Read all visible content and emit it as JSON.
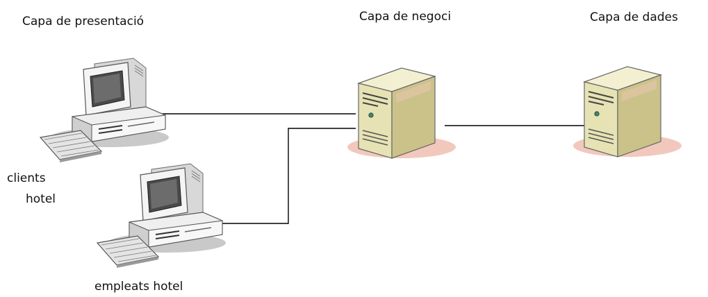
{
  "layers": {
    "presentation": "Capa de presentació",
    "business": "Capa de negoci",
    "data": "Capa de dades"
  },
  "clients": {
    "line1": "clients",
    "line2": "hotel"
  },
  "employees": "empleats hotel",
  "icons": {
    "workstation": "desktop-computer-icon",
    "server": "tower-server-icon"
  },
  "colors": {
    "server_body": "#e6e2b4",
    "server_side": "#cbc28a",
    "server_shadow": "#f1c2b6",
    "pc_body": "#f2f2f2",
    "pc_shadow": "#9c9c9c",
    "connector": "#000000"
  }
}
